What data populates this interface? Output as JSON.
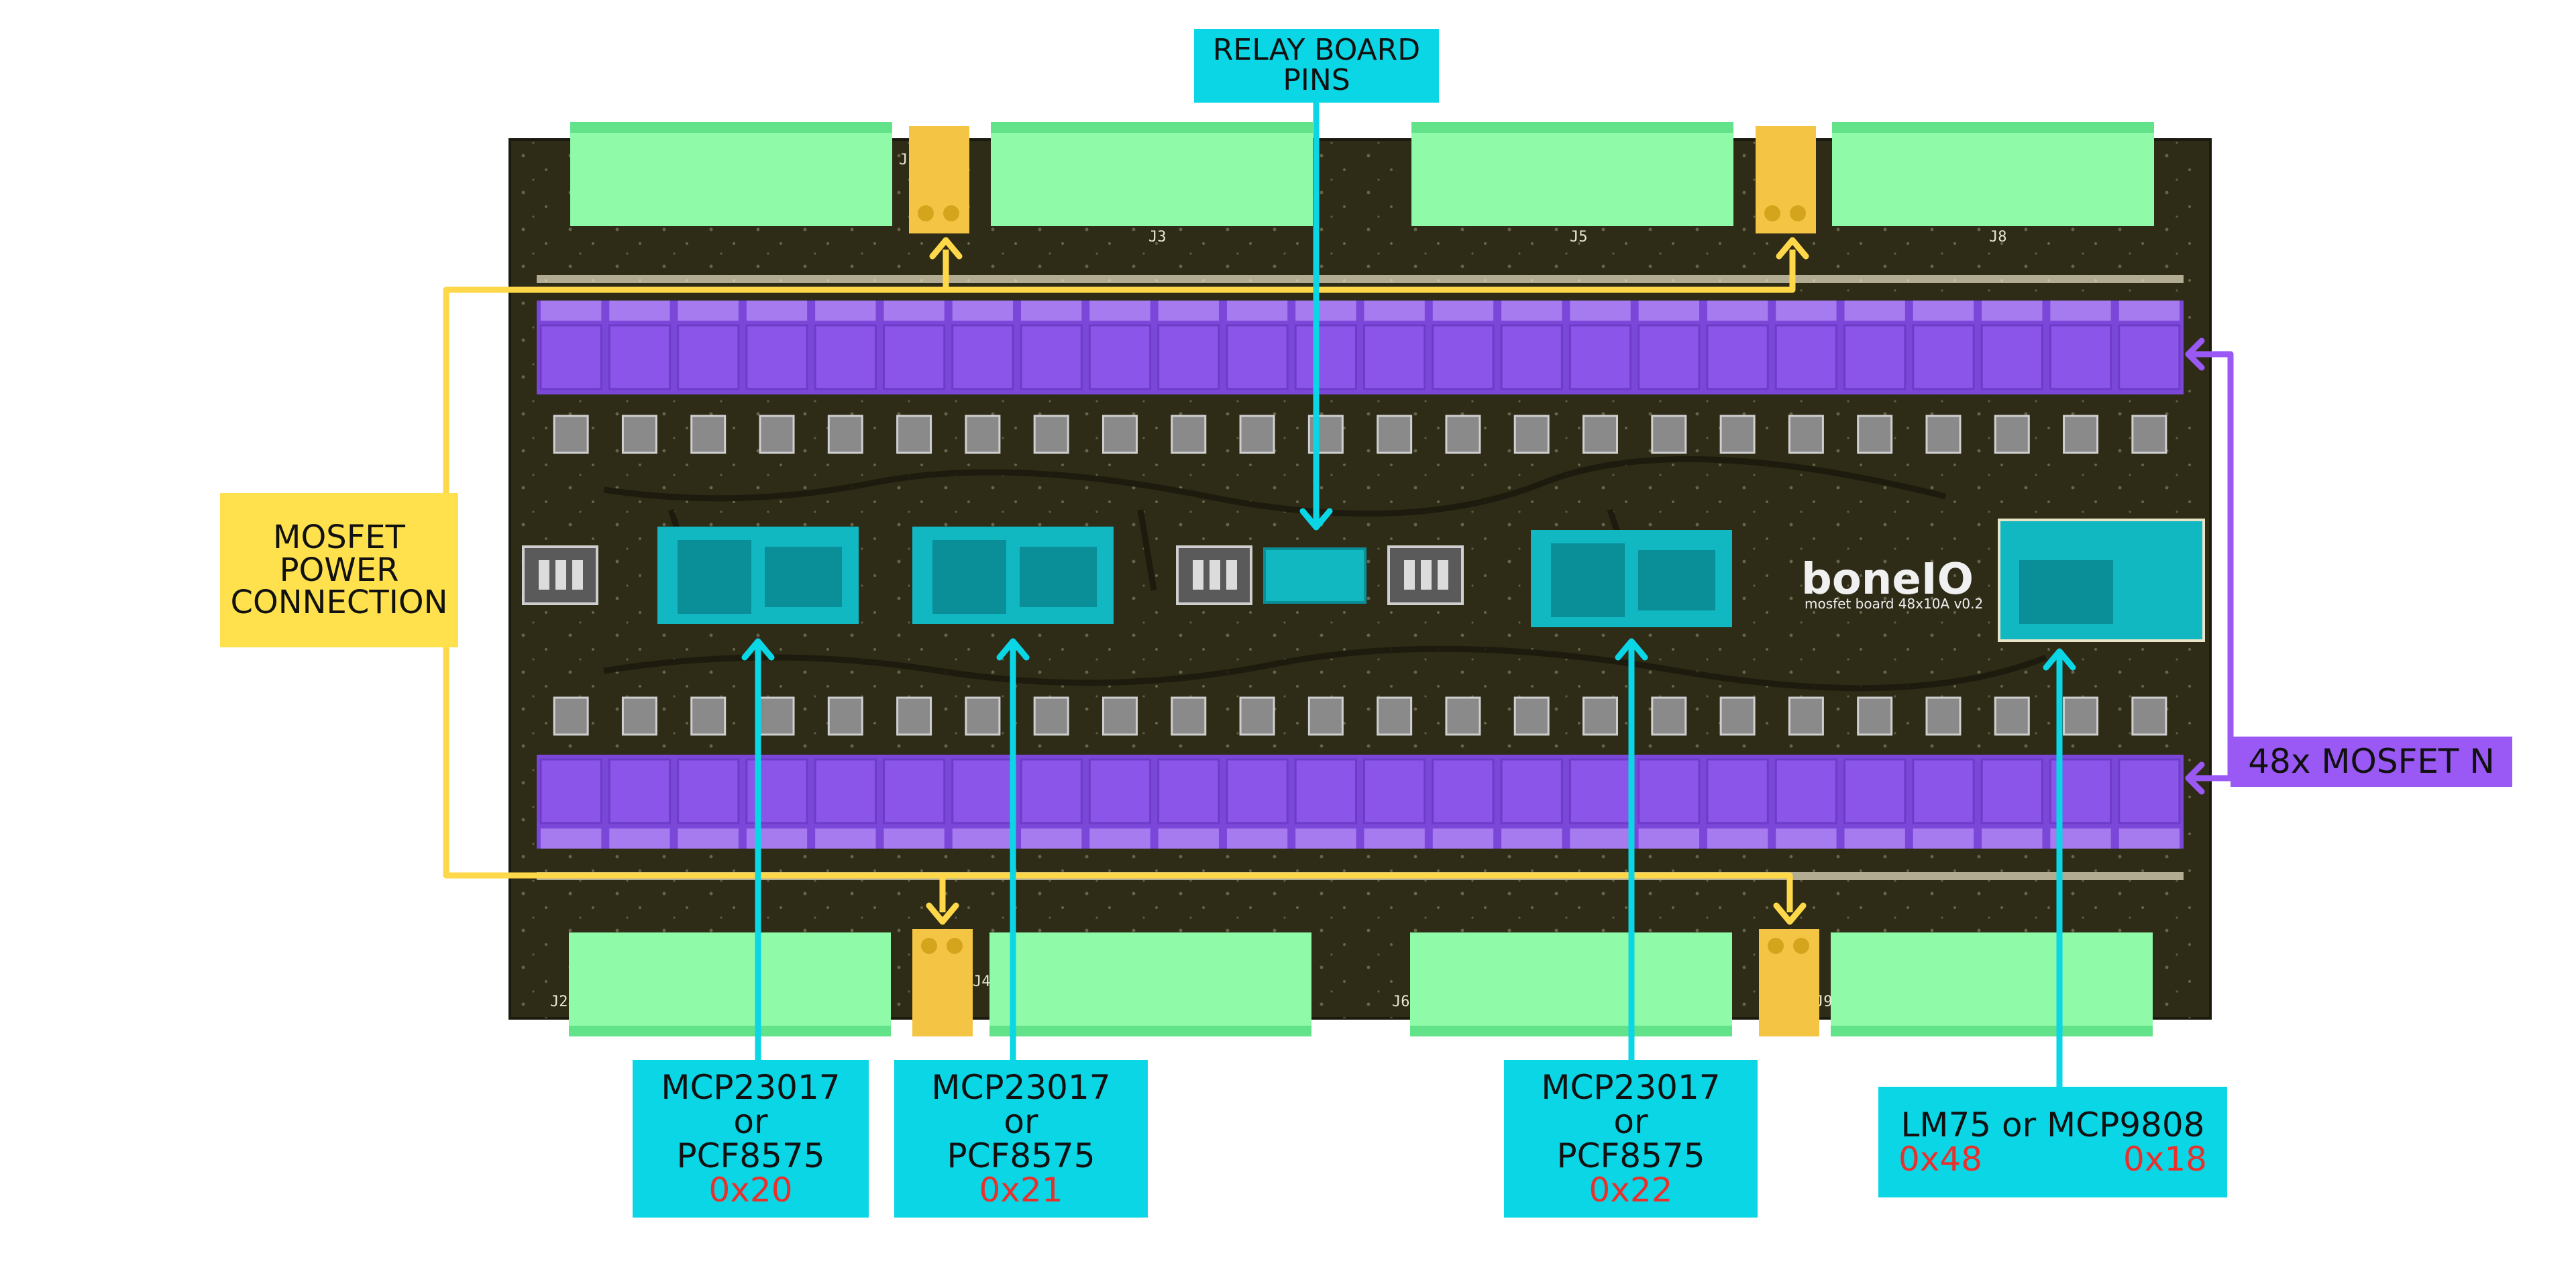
{
  "board": {
    "logo": "boneIO",
    "subtitle": "mosfet board 48x10A v0.2"
  },
  "labels": {
    "relay": [
      "RELAY BOARD",
      "PINS"
    ],
    "mosfet_power": [
      "MOSFET",
      "POWER",
      "CONNECTION"
    ],
    "mosfet_n": "48x MOSFET N",
    "expanders": [
      {
        "line1": "MCP23017",
        "line2": "or",
        "line3": "PCF8575",
        "address": "0x20"
      },
      {
        "line1": "MCP23017",
        "line2": "or",
        "line3": "PCF8575",
        "address": "0x21"
      },
      {
        "line1": "MCP23017",
        "line2": "or",
        "line3": "PCF8575",
        "address": "0x22"
      }
    ],
    "temp_sensor": {
      "name": "LM75 or MCP9808",
      "address_lm75": "0x48",
      "address_mcp9808": "0x18"
    }
  },
  "colors": {
    "board": "#2e2b17",
    "terminal": "#8ffba9",
    "mosfet": "#8a55e8",
    "chip_highlight": "#11b8c2",
    "cyan_label": "#0bd6e6",
    "yellow_label": "#ffe14d",
    "purple_label": "#9a59f5",
    "address_red": "#e8312c"
  },
  "connectors": {
    "top": [
      "J1",
      "J3",
      "J5",
      "J8"
    ],
    "bottom": [
      "J2",
      "J4",
      "J6",
      "J9"
    ]
  }
}
